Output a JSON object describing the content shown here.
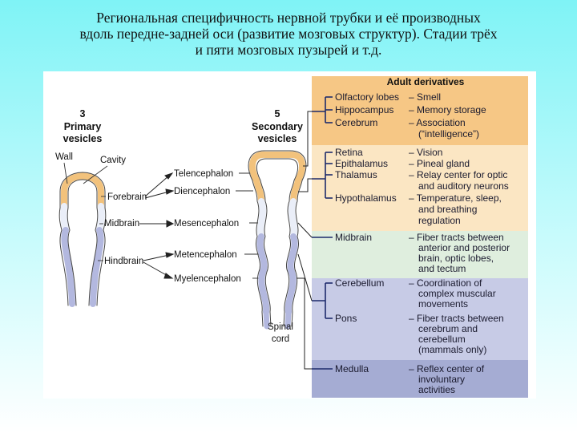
{
  "slide": {
    "title_lines": [
      "Региональная специфичность нервной трубки и её производных",
      "вдоль передне-задней оси (развитие мозговых структур). Стадии трёх",
      "и пяти мозговых пузырей и т.д."
    ]
  },
  "figure": {
    "primary": {
      "count": "3",
      "label_line1": "Primary",
      "label_line2": "vesicles"
    },
    "secondary": {
      "count": "5",
      "label_line1": "Secondary",
      "label_line2": "vesicles"
    },
    "primary_labels": {
      "wall": "Wall",
      "cavity": "Cavity",
      "forebrain": "Forebrain",
      "midbrain": "Midbrain",
      "hindbrain": "Hindbrain"
    },
    "secondary_labels": {
      "telencephalon": "Telencephalon",
      "diencephalon": "Diencephalon",
      "mesencephalon": "Mesencephalon",
      "metencephalon": "Metencephalon",
      "myelencephalon": "Myelencephalon",
      "spinal_cord_line1": "Spinal",
      "spinal_cord_line2": "cord"
    },
    "adult_header": "Adult derivatives",
    "telen_rows": [
      {
        "structure": "Olfactory lobes",
        "function_lines": [
          "– Smell"
        ]
      },
      {
        "structure": "Hippocampus",
        "function_lines": [
          "– Memory storage"
        ]
      },
      {
        "structure": "Cerebrum",
        "function_lines": [
          "– Association",
          "(“intelligence”)"
        ]
      }
    ],
    "dien_rows": [
      {
        "structure": "Retina",
        "function_lines": [
          "– Vision"
        ]
      },
      {
        "structure": "Epithalamus",
        "function_lines": [
          "– Pineal gland"
        ]
      },
      {
        "structure": "Thalamus",
        "function_lines": [
          "– Relay center for optic",
          "and auditory neurons"
        ]
      },
      {
        "structure": "Hypothalamus",
        "function_lines": [
          "– Temperature, sleep,",
          "and breathing",
          "regulation"
        ]
      }
    ],
    "mes_rows": [
      {
        "structure": "Midbrain",
        "function_lines": [
          "– Fiber tracts between",
          "anterior and posterior",
          "brain, optic lobes,",
          "and tectum"
        ]
      }
    ],
    "met_rows": [
      {
        "structure": "Cerebellum",
        "function_lines": [
          "– Coordination of",
          "complex muscular",
          "movements"
        ]
      },
      {
        "structure": "Pons",
        "function_lines": [
          "– Fiber tracts between",
          "cerebrum and",
          "cerebellum",
          "(mammals only)"
        ]
      }
    ],
    "myel_rows": [
      {
        "structure": "Medulla",
        "function_lines": [
          "– Reflex center of",
          "involuntary",
          "activities"
        ]
      }
    ],
    "colors": {
      "band_telencephalon": "#f6c785",
      "band_diencephalon": "#fbe6c3",
      "band_mesencephalon": "#dfeede",
      "band_metencephalon": "#c7cbe6",
      "band_myelencephalon": "#a5acd3",
      "tube_fore": "#f2c27c",
      "tube_mid": "#eaeef8",
      "tube_hind": "#b3b8df",
      "bracket": "#1d2a6b"
    }
  }
}
